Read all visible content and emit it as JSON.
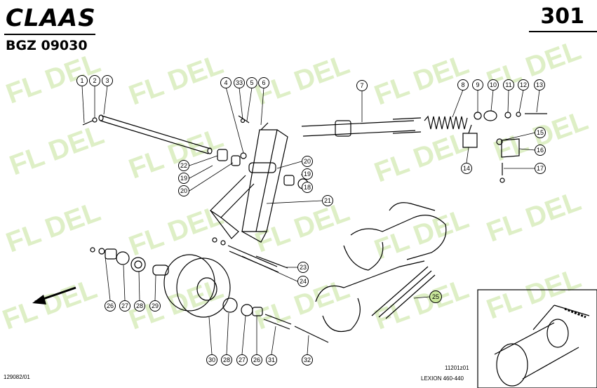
{
  "header": {
    "brand": "CLAAS",
    "page_number": "301",
    "group_code": "BGZ 09030"
  },
  "watermark": {
    "text": "FL  DEL"
  },
  "footer": {
    "left_code": "129082/01",
    "drawing_id": "11201z01",
    "model": "LEXION 460-440"
  },
  "callouts": {
    "c1": "1",
    "c2": "2",
    "c3": "3",
    "c4": "4",
    "c33": "33",
    "c5": "5",
    "c6": "6",
    "c7": "7",
    "c8": "8",
    "c9": "9",
    "c10": "10",
    "c11": "11",
    "c12": "12",
    "c13": "13",
    "c15": "15",
    "c14": "14",
    "c16": "16",
    "c17": "17",
    "c20a": "20",
    "c19a": "19",
    "c18": "18",
    "c22": "22",
    "c19b": "19",
    "c20b": "20",
    "c21": "21",
    "c23": "23",
    "c24": "24",
    "c25": "25",
    "c26a": "26",
    "c27a": "27",
    "c28a": "28",
    "c29": "29",
    "c30": "30",
    "c28b": "28",
    "c27b": "27",
    "c26b": "26",
    "c31": "31",
    "c32": "32"
  },
  "colors": {
    "ink": "#000000",
    "highlight": "#c8e69a",
    "watermark": "#d6ebb8"
  }
}
